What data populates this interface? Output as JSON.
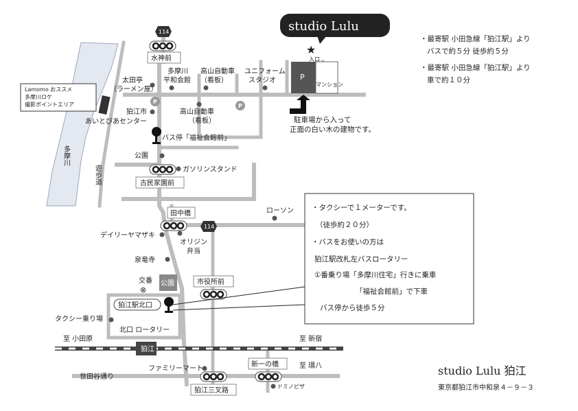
{
  "studio": {
    "balloon": "studio Lulu",
    "footer_name": "studio Lulu 狛江",
    "address": "東京都狛江市中和泉４－９－３"
  },
  "access_info": [
    "・最寄駅 小田急線「狛江駅」より",
    "バスで約５分  徒歩約５分",
    "・最寄駅 小田急線「狛江駅」より",
    "車で約１０分"
  ],
  "river": {
    "name": "多摩川"
  },
  "walkway": "遊歩道",
  "photo_spot": [
    "Lamomo おススメ",
    "多摩川ロケ",
    "撮影ポイントエリア"
  ],
  "route_number": "114",
  "signals": {
    "suijinmae": "水神前",
    "komindaen": "古民家園前",
    "tanakabashi": "田中橋",
    "shiyakusho": "市役所前",
    "sangenji": "狛江三叉路",
    "shinichi": "新一の橋"
  },
  "landmarks": {
    "tadatei": [
      "太田亭",
      "（ラーメン屋）"
    ],
    "komae_city": "狛江市",
    "aitopia": "あいとぴあセンター",
    "tamagawa_hall": [
      "多摩川",
      "平和会館"
    ],
    "takayama_sign": [
      "高山自動車",
      "（看板）"
    ],
    "uniform": [
      "ユニフォーム",
      "スタジオ"
    ],
    "takayama_sign2": [
      "高山自動車",
      "（看板）"
    ],
    "bus_stop": "バス停「福祉会館前」",
    "park": "公園",
    "gas": "ガソリンスタンド",
    "lawson": "ローソン",
    "daily": "デイリーヤマザキ",
    "origin": [
      "オリジン",
      "弁当"
    ],
    "senryuji": "泉竜寺",
    "koban": "交番",
    "park2": "公園",
    "kitaguchi": "狛江駅北口",
    "taxi": "タクシー乗り場",
    "rotary": "北口 ロータリー",
    "family_mart": "ファミリーマート",
    "dominos": "ドミノピザ",
    "entrance": "入口",
    "mansion": "マンション",
    "parking_p": "P",
    "parking_mark": "P"
  },
  "parking_note": [
    "駐車場から入って",
    "正面の白い木の建物です。"
  ],
  "railway": {
    "left": "至 小田原",
    "right": "至 新宿",
    "station": "狛江"
  },
  "roads": {
    "kanpachi": "至 環八",
    "setagaya": "世田谷通り"
  },
  "taxi_box": [
    "・タクシーで１メーターです。",
    "（徒歩約２０分）",
    "・バスをお使いの方は",
    "狛江駅改札左バスロータリー",
    "①番乗り場「多摩川住宅」行きに乗車",
    "「福祉会館前」で下車",
    "バス停から徒歩５分"
  ]
}
